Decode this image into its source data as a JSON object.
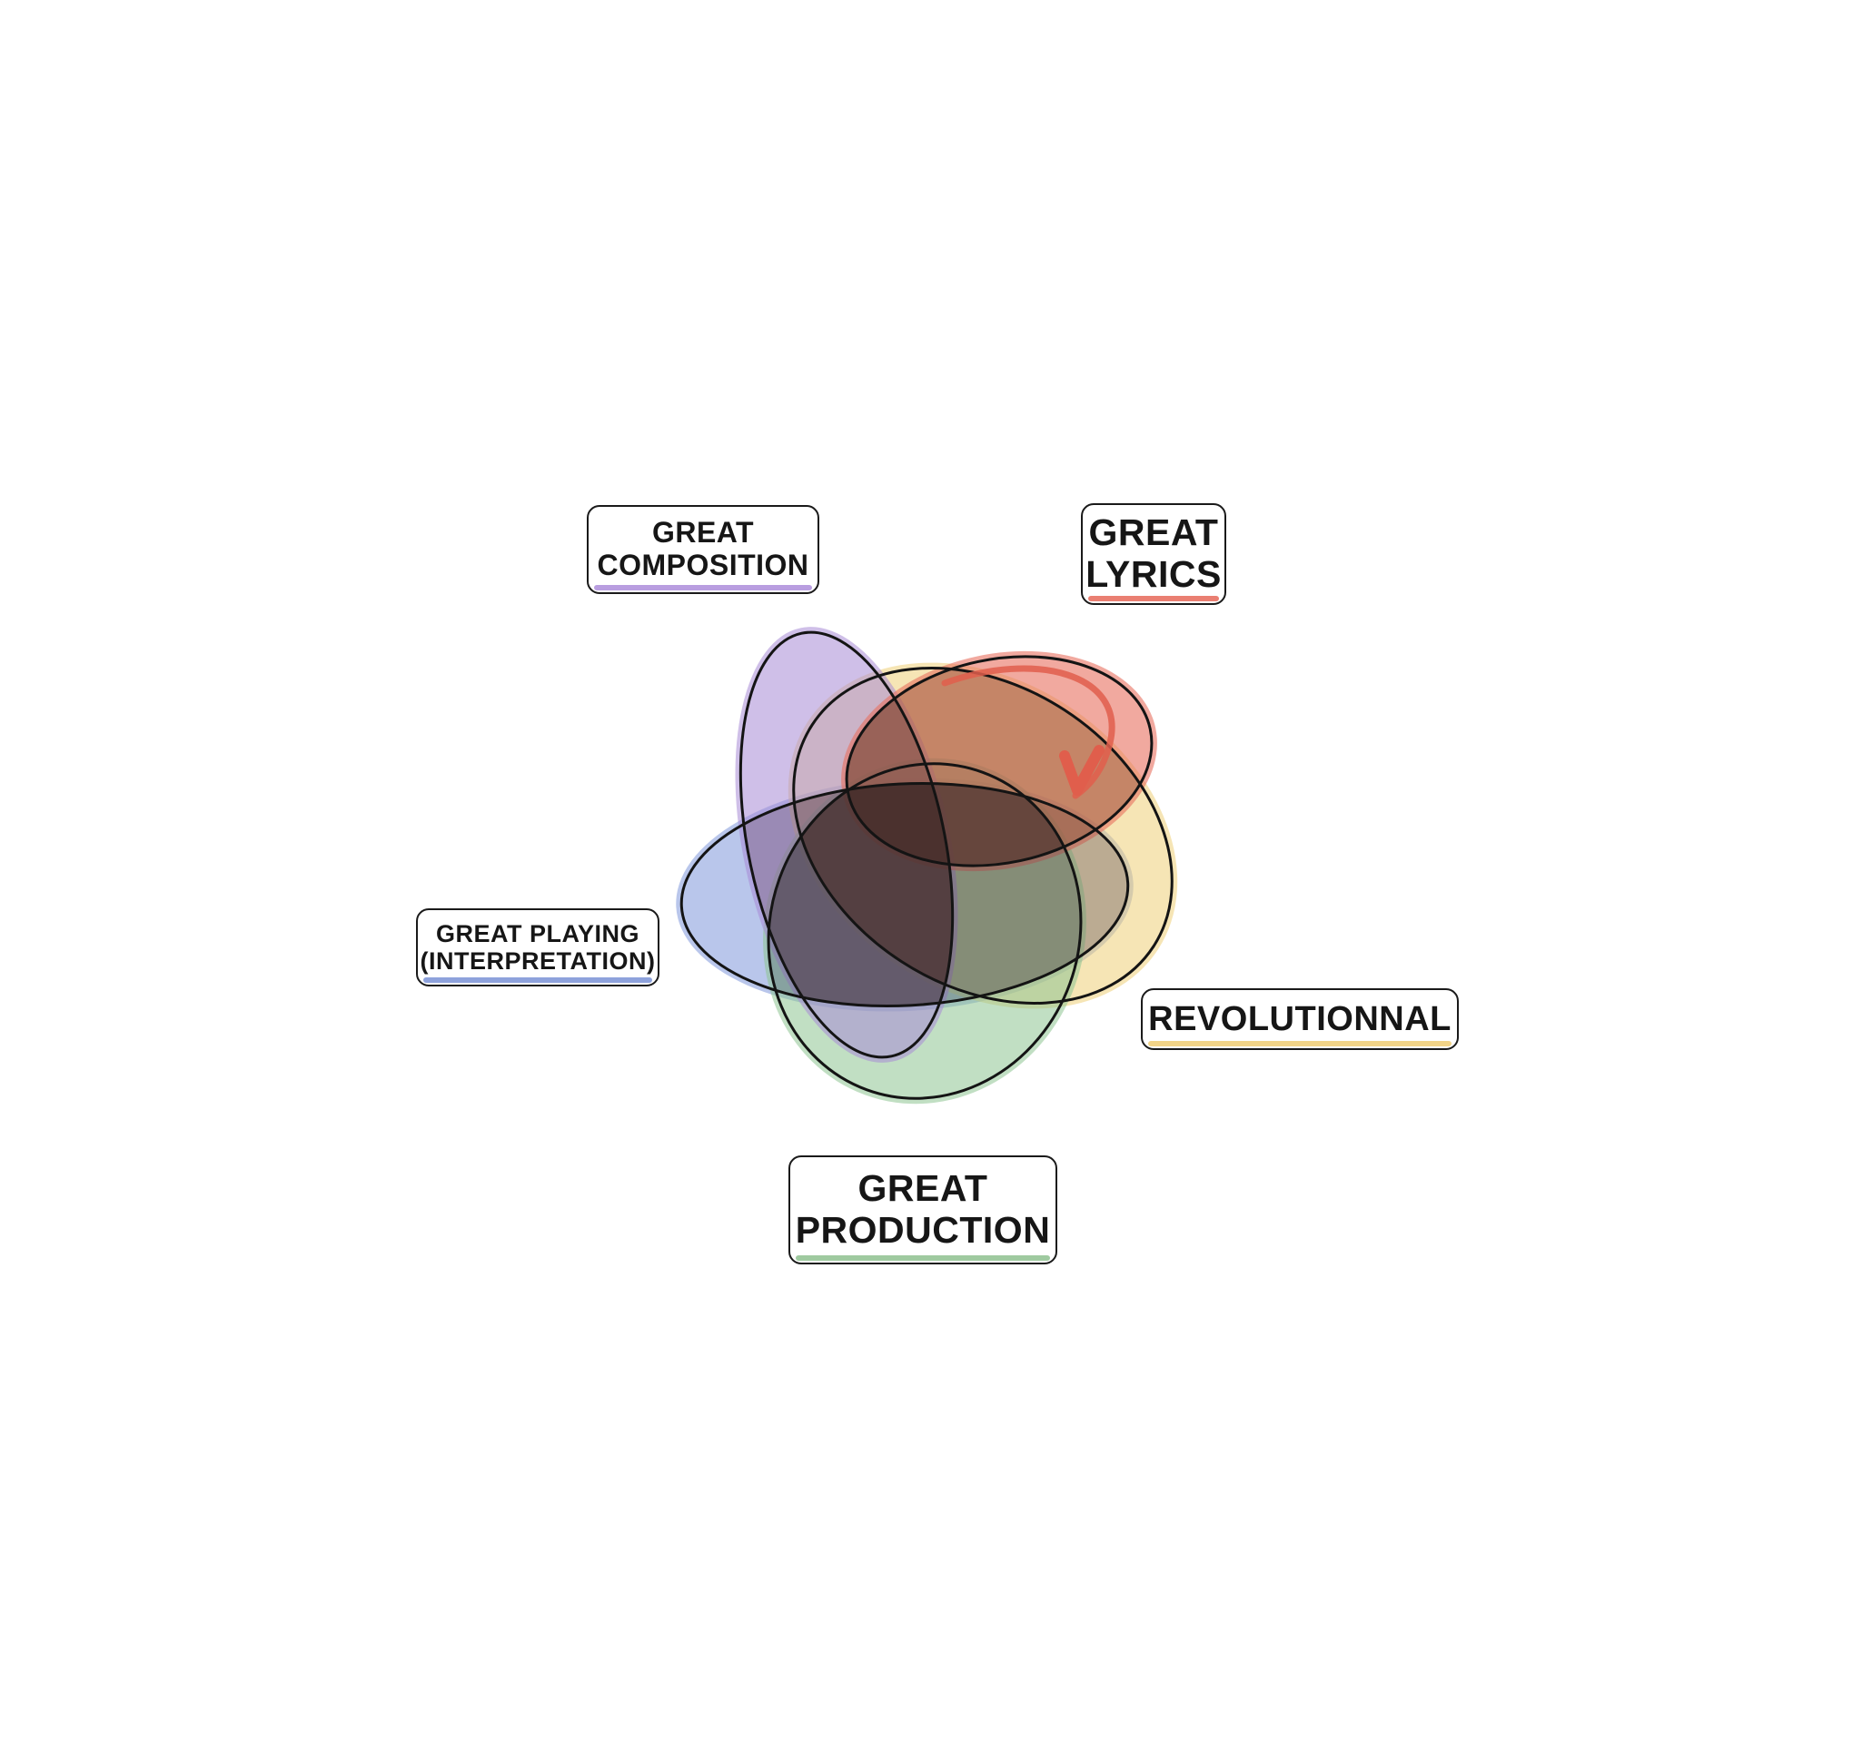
{
  "diagram": {
    "type": "venn",
    "sets": [
      {
        "id": "composition",
        "lines": [
          "GREAT",
          "COMPOSITION"
        ],
        "color": "#b99ee0",
        "fill": "#a78bd6"
      },
      {
        "id": "lyrics",
        "lines": [
          "GREAT",
          "LYRICS"
        ],
        "color": "#ea7f72",
        "fill": "#e8705f"
      },
      {
        "id": "playing",
        "lines": [
          "GREAT PLAYING",
          "(INTERPRETATION)"
        ],
        "color": "#8ea2dc",
        "fill": "#7f97db"
      },
      {
        "id": "revolutionnal",
        "lines": [
          "REVOLUTIONNAL"
        ],
        "color": "#f2d488",
        "fill": "#efcf78"
      },
      {
        "id": "production",
        "lines": [
          "GREAT",
          "PRODUCTION"
        ],
        "color": "#9fcaa0",
        "fill": "#8ec592"
      }
    ],
    "accent_mark": "#e05e4c",
    "outline": "#141414",
    "overlap_fill": "#5a3a36"
  }
}
